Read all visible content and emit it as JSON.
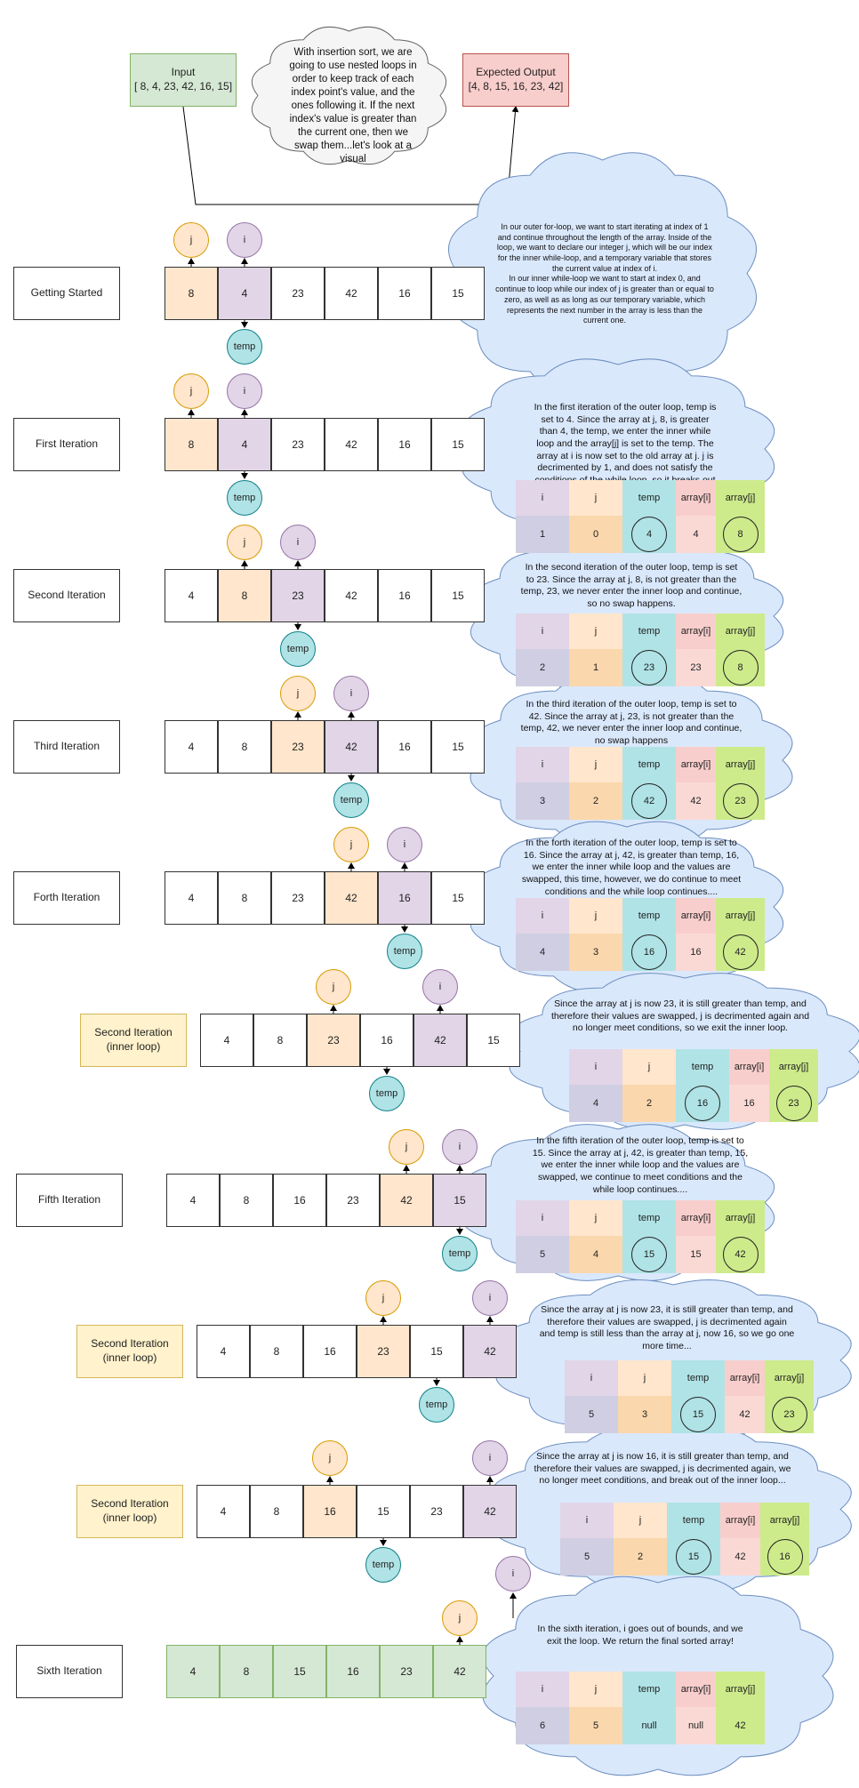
{
  "input": {
    "title": "Input",
    "value": "[ 8, 4, 23, 42, 16, 15]"
  },
  "expected": {
    "title": "Expected Output",
    "value": "[4, 8, 15, 16, 23, 42]"
  },
  "intro_cloud": "With insertion sort, we are going to use nested loops in order to keep track of each index point's value, and the ones following it. If the next index's value is greater than the current one, then we swap them...let's look at a visual",
  "markers": {
    "j": "j",
    "i": "i",
    "temp": "temp"
  },
  "table_headers": [
    "i",
    "j",
    "temp",
    "array[i]",
    "array[j]"
  ],
  "steps": [
    {
      "label": "Getting Started",
      "inner": false,
      "array": [
        "8",
        "4",
        "23",
        "42",
        "16",
        "15"
      ],
      "cloud": "In our outer for-loop, we want to start iterating at index of 1 and continue throughout the length of the array. Inside of the loop, we want to declare our integer j, which will be our index for the inner while-loop, and a temporary variable that stores the current value at index of i.\nIn our inner while-loop we want to start at index 0, and continue to loop while our index of j is greater than or equal to zero, as well as as long as our temporary variable, which represents the next number in the array is less than the current one.",
      "table": null
    },
    {
      "label": "First Iteration",
      "inner": false,
      "array": [
        "8",
        "4",
        "23",
        "42",
        "16",
        "15"
      ],
      "cloud": "In the first iteration of the outer loop, temp is set to 4. Since the array at j, 8, is greater than 4, the temp, we enter the inner while loop and the array[j] is set to the temp. The array at i is now set to the old array at j. j is decrimented by 1, and does not satisfy the conditions of the while loop, so it breaks out of the inner loop and continues",
      "table": [
        "1",
        "0",
        "4",
        "4",
        "8"
      ]
    },
    {
      "label": "Second Iteration",
      "inner": false,
      "array": [
        "4",
        "8",
        "23",
        "42",
        "16",
        "15"
      ],
      "cloud": "In the second iteration of the outer loop, temp is set to 23. Since the array at j, 8, is not greater than the temp, 23, we never enter the inner loop and continue, so no swap happens.",
      "table": [
        "2",
        "1",
        "23",
        "23",
        "8"
      ]
    },
    {
      "label": "Third Iteration",
      "inner": false,
      "array": [
        "4",
        "8",
        "23",
        "42",
        "16",
        "15"
      ],
      "cloud": "In the third iteration of the outer loop, temp is set to 42. Since the array at j, 23, is not greater than the temp, 42, we never enter the inner loop and continue, no swap happens",
      "table": [
        "3",
        "2",
        "42",
        "42",
        "23"
      ]
    },
    {
      "label": "Forth Iteration",
      "inner": false,
      "array": [
        "4",
        "8",
        "23",
        "42",
        "16",
        "15"
      ],
      "cloud": "In the forth iteration of the outer loop, temp is set to 16. Since the array at j, 42, is greater than temp, 16, we enter the inner while loop and the values are swapped, this time, however, we do continue to meet conditions and the while loop continues....",
      "table": [
        "4",
        "3",
        "16",
        "16",
        "42"
      ]
    },
    {
      "label": "Second Iteration\n(inner loop)",
      "inner": true,
      "array": [
        "4",
        "8",
        "23",
        "16",
        "42",
        "15"
      ],
      "cloud": "Since the array at j is now 23, it is still greater than temp, and therefore their values are swapped, j is decrimented again and no longer meet conditions, so we exit the inner loop.",
      "table": [
        "4",
        "2",
        "16",
        "16",
        "23"
      ]
    },
    {
      "label": "Fifth Iteration",
      "inner": false,
      "array": [
        "4",
        "8",
        "16",
        "23",
        "42",
        "15"
      ],
      "cloud": "In the fifth iteration of the outer loop, temp is set to 15. Since the array at j, 42, is greater than temp, 15, we enter the inner while loop and the values are swapped, we continue to meet conditions and the while loop continues....",
      "table": [
        "5",
        "4",
        "15",
        "15",
        "42"
      ]
    },
    {
      "label": "Second Iteration\n(inner loop)",
      "inner": true,
      "array": [
        "4",
        "8",
        "16",
        "23",
        "15",
        "42"
      ],
      "cloud": "Since the array at j is now 23, it is still greater than temp, and therefore their values are swapped, j is decrimented again and temp is still less than the array at j, now 16, so we go one more time...",
      "table": [
        "5",
        "3",
        "15",
        "42",
        "23"
      ]
    },
    {
      "label": "Second Iteration\n(inner loop)",
      "inner": true,
      "array": [
        "4",
        "8",
        "16",
        "15",
        "23",
        "42"
      ],
      "cloud": "Since the array at j is now 16, it is still greater than temp, and therefore their values are swapped, j is decrimented again, we no longer meet conditions, and break out of the inner loop...",
      "table": [
        "5",
        "2",
        "15",
        "42",
        "16"
      ]
    },
    {
      "label": "Sixth Iteration",
      "inner": false,
      "array": [
        "4",
        "8",
        "15",
        "16",
        "23",
        "42"
      ],
      "cloud": "In the sixth iteration, i goes out of bounds, and we exit the loop. We return the final sorted array!",
      "table": [
        "6",
        "5",
        "null",
        "null",
        "42"
      ]
    }
  ]
}
